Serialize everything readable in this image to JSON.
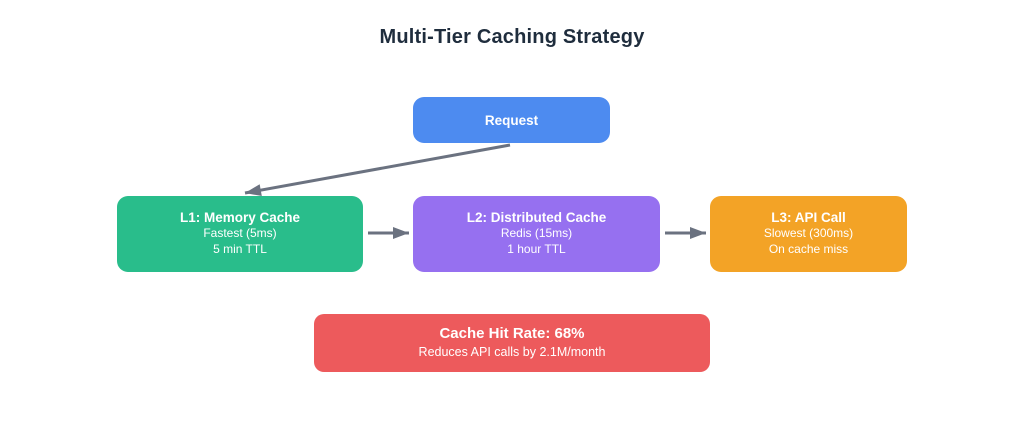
{
  "title": "Multi-Tier Caching Strategy",
  "colors": {
    "title_text": "#1f2d3d",
    "request": "#4d8bf0",
    "l1": "#29bd8b",
    "l2": "#9670f0",
    "l3": "#f3a326",
    "hit_rate": "#ed5a5c",
    "arrow": "#6b7280",
    "box_text": "#ffffff",
    "background": "#ffffff"
  },
  "nodes": {
    "request": {
      "label": "Request"
    },
    "l1": {
      "title": "L1: Memory Cache",
      "line1": "Fastest (5ms)",
      "line2": "5 min TTL"
    },
    "l2": {
      "title": "L2: Distributed Cache",
      "line1": "Redis (15ms)",
      "line2": "1 hour TTL"
    },
    "l3": {
      "title": "L3: API Call",
      "line1": "Slowest (300ms)",
      "line2": "On cache miss"
    },
    "hit_rate": {
      "title": "Cache Hit Rate: 68%",
      "subtitle": "Reduces API calls by 2.1M/month"
    }
  },
  "edges": [
    {
      "from": "request",
      "to": "l1"
    },
    {
      "from": "l1",
      "to": "l2"
    },
    {
      "from": "l2",
      "to": "l3"
    }
  ]
}
